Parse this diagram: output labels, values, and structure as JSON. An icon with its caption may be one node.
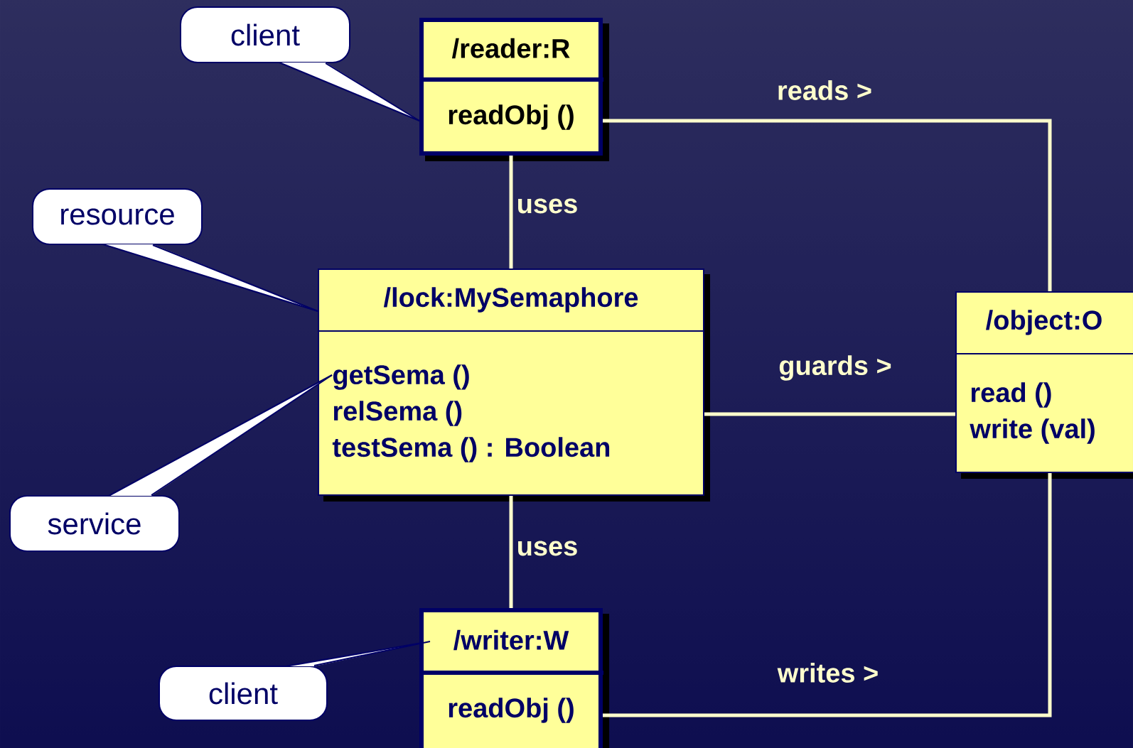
{
  "diagram": {
    "nodes": [
      {
        "text": [
          "client"
        ]
      },
      {
        "text": [
          "/reader:R",
          "readObj ()"
        ]
      },
      {
        "text": [
          "resource"
        ]
      },
      {
        "text": [
          "/lock:MySemaphore",
          "getSema ()",
          "relSema ()",
          "testSema () : Boolean"
        ]
      },
      {
        "text": [
          "service"
        ]
      },
      {
        "text": [
          "/object:O",
          "read ()",
          "write (val)"
        ]
      },
      {
        "text": [
          "client"
        ]
      },
      {
        "text": [
          "/writer:W",
          "readObj ()"
        ]
      }
    ],
    "edges": [
      {
        "from": 0,
        "to": 1,
        "arrow": "none",
        "color": "#000066"
      },
      {
        "from": 2,
        "to": 3,
        "arrow": "none",
        "color": "#000066"
      },
      {
        "from": 4,
        "to": 3,
        "arrow": "none",
        "color": "#000066"
      },
      {
        "from": 6,
        "to": 7,
        "arrow": "none",
        "color": "#000066"
      },
      {
        "from": 1,
        "to": 3,
        "arrow": "none",
        "label": "uses"
      },
      {
        "from": 1,
        "to": 5,
        "arrow": "none",
        "label": "reads >"
      },
      {
        "from": 3,
        "to": 5,
        "arrow": "none",
        "label": "guards >"
      },
      {
        "from": 3,
        "to": 7,
        "arrow": "none",
        "label": "uses"
      },
      {
        "from": 7,
        "to": 5,
        "arrow": "none",
        "label": "writes >"
      }
    ]
  }
}
